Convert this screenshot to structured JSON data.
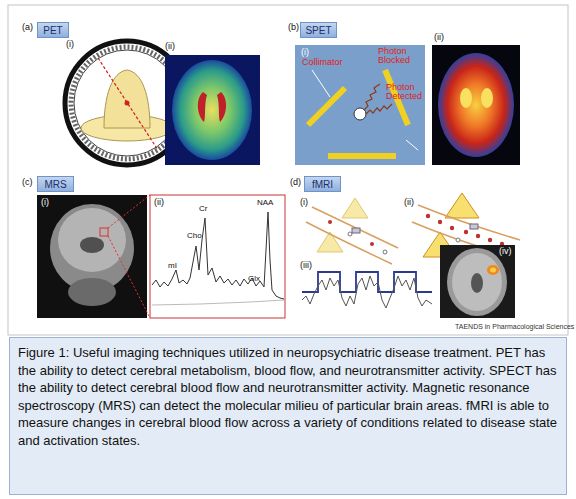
{
  "diagram": {
    "caption": "Figure 1: Useful imaging techniques utilized in neuropsychiatric disease treatment. PET has the ability to detect cerebral metabolism, blood flow, and neurotransmitter activity. SPECT has the ability to detect cerebral blood flow and neurotransmitter activity. Magnetic resonance spectroscopy (MRS) can detect the molecular milieu of particular brain areas. fMRI is able to measure changes in cerebral blood flow across a variety of conditions related to disease state and activation states.",
    "nodes": [
      {
        "text": [
          "PET"
        ]
      },
      {
        "text": [
          "SPET"
        ]
      },
      {
        "text": [
          "MRS"
        ]
      },
      {
        "text": [
          "fMRI"
        ]
      }
    ],
    "labels": [
      "(a)",
      "(i)",
      "(ii)",
      "(b)",
      "(i)",
      "Collimator",
      "Photon Blocked",
      "Photon Detected",
      "(ii)",
      "(c)",
      "(i)",
      "(ii)",
      "mI",
      "Cho",
      "Cr",
      "Glx",
      "NAA",
      "(d)",
      "(i)",
      "(ii)",
      "(iii)",
      "(iv)",
      "TAENDS in Pharmacological Sciences"
    ]
  }
}
